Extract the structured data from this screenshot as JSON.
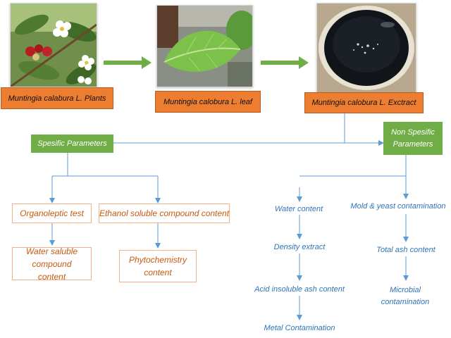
{
  "sources": [
    {
      "label": "Muntingia calabura L. Plants",
      "image_icon": "flower-plant-photo"
    },
    {
      "label": "Muntingia calobura L. leaf",
      "image_icon": "leaf-photo"
    },
    {
      "label": "Muntingia calobura L. Exctract",
      "image_icon": "extract-dish-photo"
    }
  ],
  "parameters": {
    "specific": "Spesific Parameters",
    "non_specific": "Non Spesific Parameters"
  },
  "specific_items": {
    "organoleptic": "Organoleptic test",
    "ethanol": "Ethanol soluble compound content",
    "water_soluble": "Water saluble compound content",
    "phytochemistry": "Phytochemistry content"
  },
  "non_specific_items": {
    "water_content": "Water content",
    "density": "Density extract",
    "acid_ash": "Acid insoluble ash content",
    "metal": "Metal Contamination",
    "mold": "Mold & yeast contamination",
    "total_ash": "Total ash content",
    "microbial": "Microbial contamination"
  },
  "colors": {
    "orange": "#ed7d31",
    "green": "#70ad47",
    "blue": "#2e75b6",
    "orange_text": "#c55a11"
  }
}
